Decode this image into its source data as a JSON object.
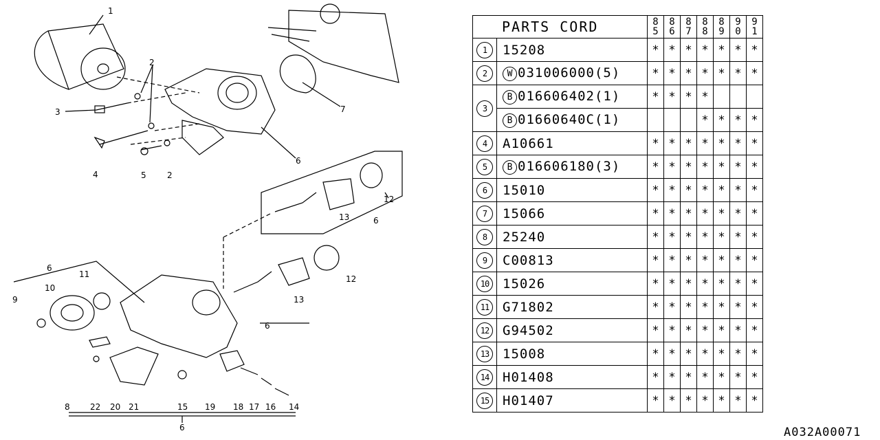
{
  "table": {
    "title": "PARTS CORD",
    "years": [
      [
        "8",
        "5"
      ],
      [
        "8",
        "6"
      ],
      [
        "8",
        "7"
      ],
      [
        "8",
        "8"
      ],
      [
        "8",
        "9"
      ],
      [
        "9",
        "0"
      ],
      [
        "9",
        "1"
      ]
    ],
    "rows": [
      {
        "no": "1",
        "prefix": "",
        "part": "15208",
        "marks": [
          "*",
          "*",
          "*",
          "*",
          "*",
          "*",
          "*"
        ]
      },
      {
        "no": "2",
        "prefix": "W",
        "part": "031006000(5)",
        "marks": [
          "*",
          "*",
          "*",
          "*",
          "*",
          "*",
          "*"
        ]
      },
      {
        "no": "3",
        "prefix": "B",
        "part": "016606402(1)",
        "marks": [
          "*",
          "*",
          "*",
          "*",
          "",
          "",
          ""
        ]
      },
      {
        "no": "",
        "prefix": "B",
        "part": "01660640C(1)",
        "marks": [
          "",
          "",
          "",
          "*",
          "*",
          "*",
          "*"
        ]
      },
      {
        "no": "4",
        "prefix": "",
        "part": "A10661",
        "marks": [
          "*",
          "*",
          "*",
          "*",
          "*",
          "*",
          "*"
        ]
      },
      {
        "no": "5",
        "prefix": "B",
        "part": "016606180(3)",
        "marks": [
          "*",
          "*",
          "*",
          "*",
          "*",
          "*",
          "*"
        ]
      },
      {
        "no": "6",
        "prefix": "",
        "part": "15010",
        "marks": [
          "*",
          "*",
          "*",
          "*",
          "*",
          "*",
          "*"
        ]
      },
      {
        "no": "7",
        "prefix": "",
        "part": "15066",
        "marks": [
          "*",
          "*",
          "*",
          "*",
          "*",
          "*",
          "*"
        ]
      },
      {
        "no": "8",
        "prefix": "",
        "part": "25240",
        "marks": [
          "*",
          "*",
          "*",
          "*",
          "*",
          "*",
          "*"
        ]
      },
      {
        "no": "9",
        "prefix": "",
        "part": "C00813",
        "marks": [
          "*",
          "*",
          "*",
          "*",
          "*",
          "*",
          "*"
        ]
      },
      {
        "no": "10",
        "prefix": "",
        "part": "15026",
        "marks": [
          "*",
          "*",
          "*",
          "*",
          "*",
          "*",
          "*"
        ]
      },
      {
        "no": "11",
        "prefix": "",
        "part": "G71802",
        "marks": [
          "*",
          "*",
          "*",
          "*",
          "*",
          "*",
          "*"
        ]
      },
      {
        "no": "12",
        "prefix": "",
        "part": "G94502",
        "marks": [
          "*",
          "*",
          "*",
          "*",
          "*",
          "*",
          "*"
        ]
      },
      {
        "no": "13",
        "prefix": "",
        "part": "15008",
        "marks": [
          "*",
          "*",
          "*",
          "*",
          "*",
          "*",
          "*"
        ]
      },
      {
        "no": "14",
        "prefix": "",
        "part": "H01408",
        "marks": [
          "*",
          "*",
          "*",
          "*",
          "*",
          "*",
          "*"
        ]
      },
      {
        "no": "15",
        "prefix": "",
        "part": "H01407",
        "marks": [
          "*",
          "*",
          "*",
          "*",
          "*",
          "*",
          "*"
        ]
      }
    ]
  },
  "callouts": {
    "c1": "1",
    "c2a": "2",
    "c2b": "2",
    "c3": "3",
    "c4": "4",
    "c5": "5",
    "c6a": "6",
    "c7": "7",
    "c12a": "12",
    "c13a": "13",
    "c6b": "6",
    "c6c": "6",
    "c10": "10",
    "c11": "11",
    "c9": "9",
    "c12b": "12",
    "c13b": "13",
    "c6d": "6",
    "c8": "8",
    "c22": "22",
    "c20": "20",
    "c21": "21",
    "c15": "15",
    "c19": "19",
    "c18": "18",
    "c17": "17",
    "c16": "16",
    "c14": "14",
    "c6e": "6"
  },
  "catalog_code": "A032A00071"
}
